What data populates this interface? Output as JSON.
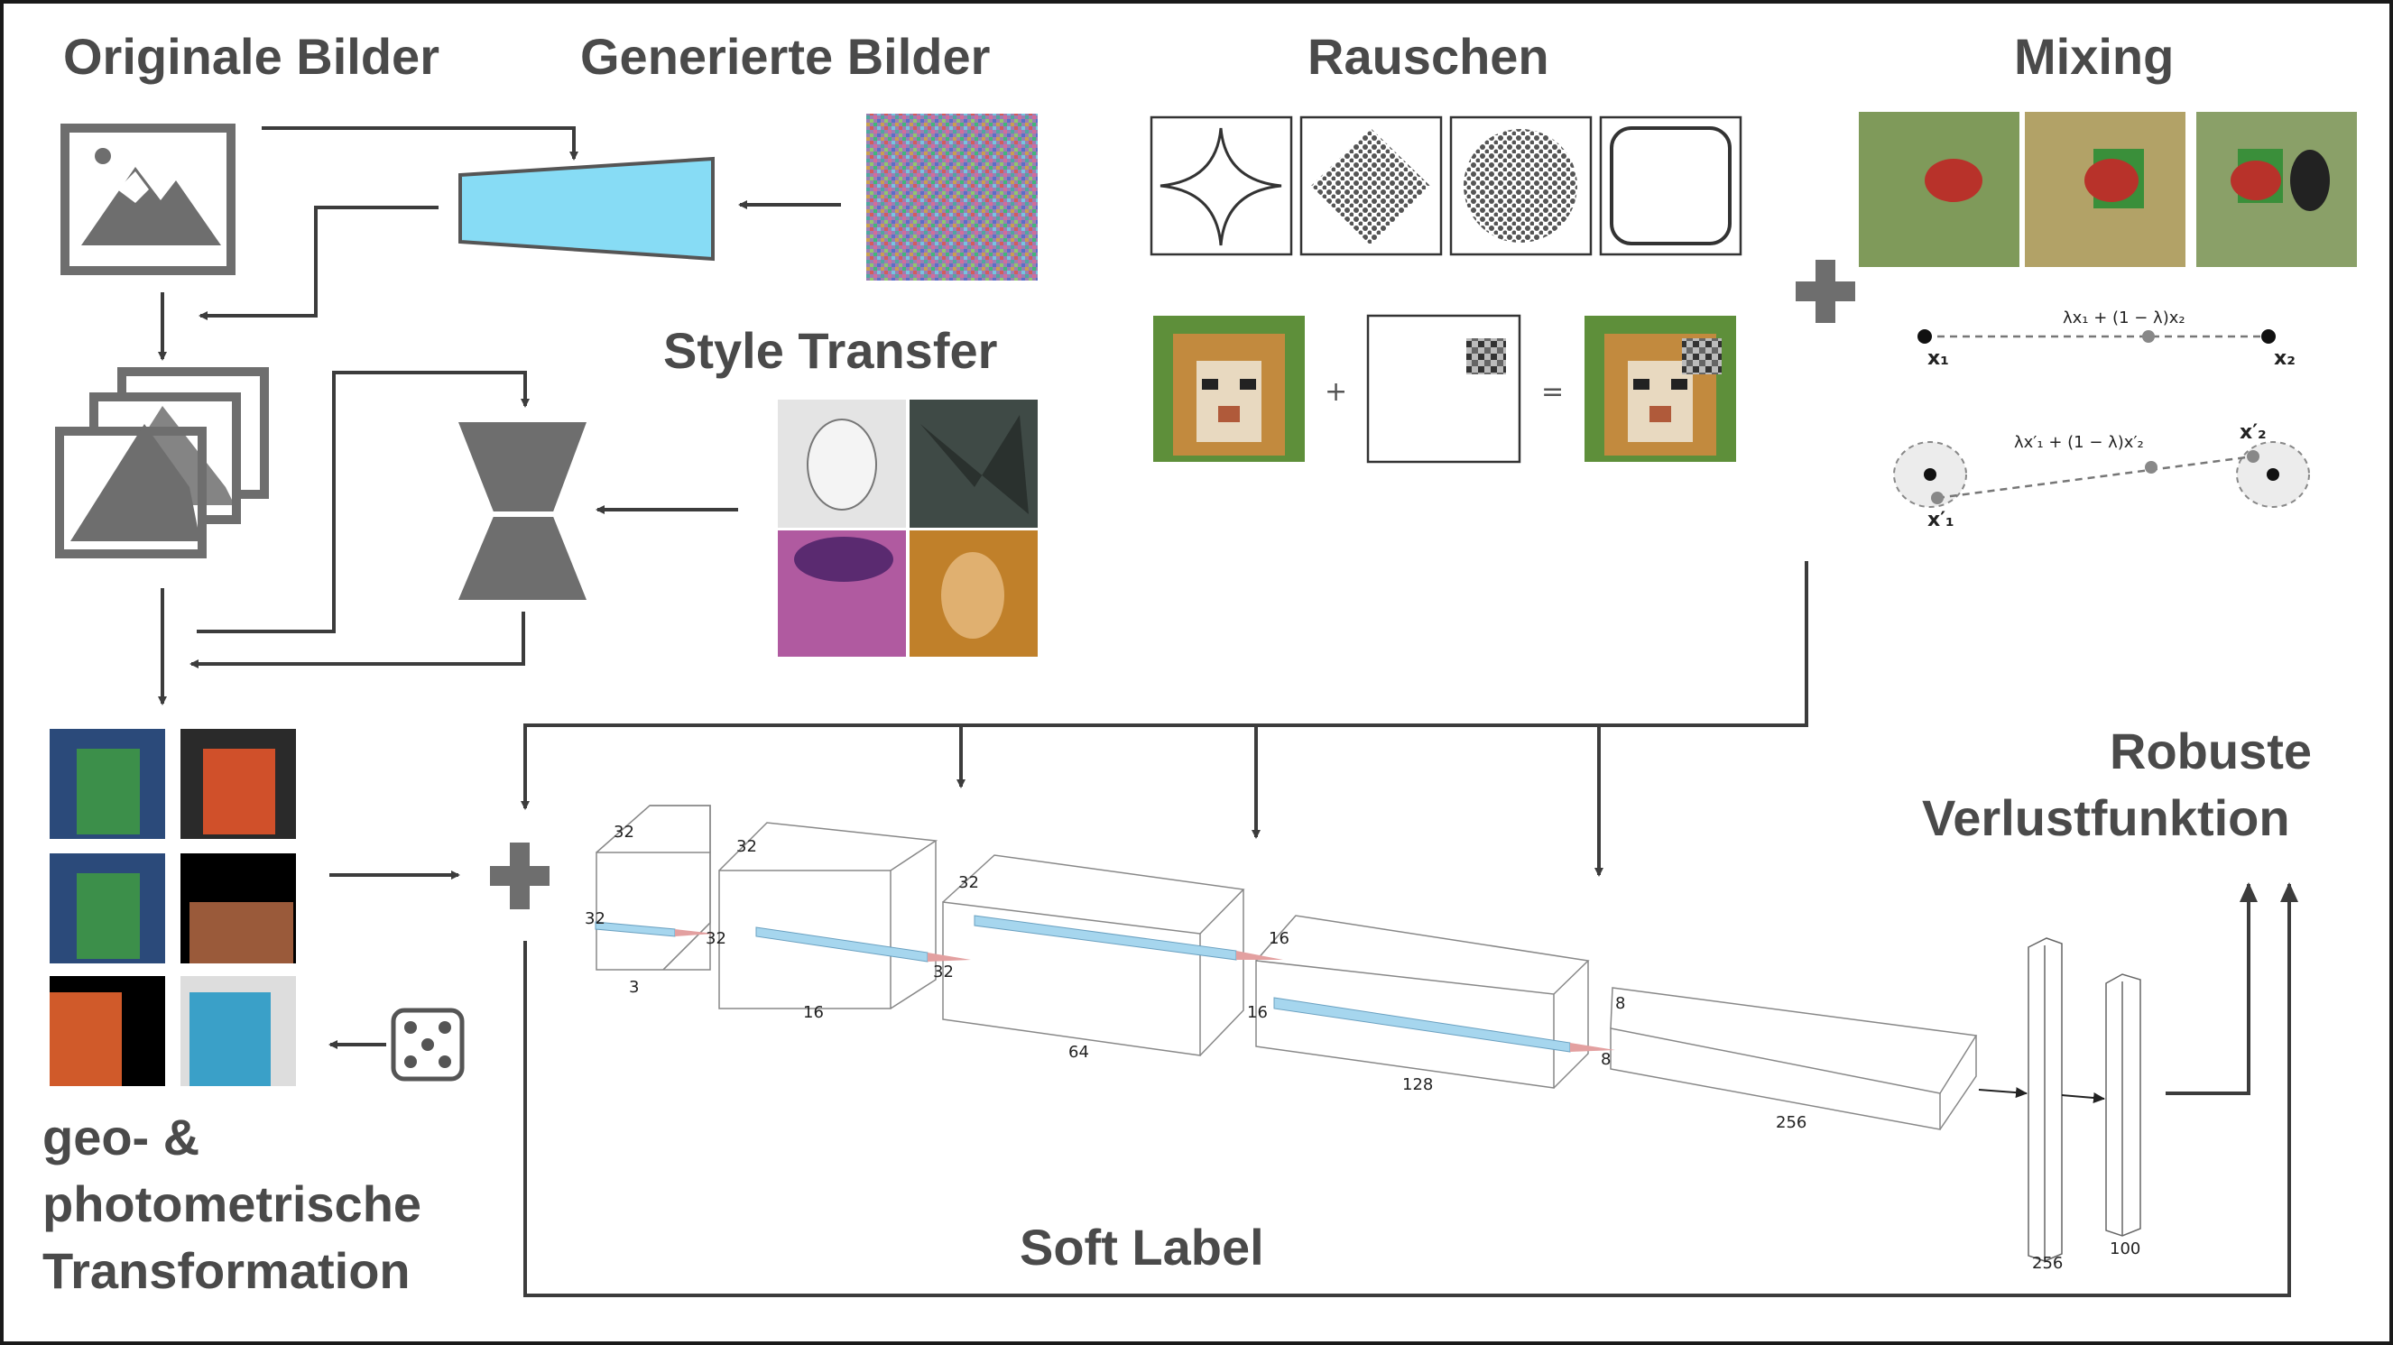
{
  "headings": {
    "original": "Originale Bilder",
    "generated": "Generierte Bilder",
    "noise": "Rauschen",
    "mixing": "Mixing",
    "style_transfer": "Style Transfer",
    "robust_line1": "Robuste",
    "robust_line2": "Verlustfunktion",
    "geo_line1": "geo- &",
    "geo_line2": "photometrische",
    "geo_line3": "Transformation",
    "soft_label": "Soft Label"
  },
  "noise_equation": {
    "plus": "+",
    "equals": "="
  },
  "mixing_formulas": {
    "line1": "λx₁ + (1 − λ)x₂",
    "x1": "x₁",
    "x2": "x₂",
    "line2": "λx′₁ + (1 − λ)x′₂",
    "x1p": "x′₁",
    "x2p": "x′₂"
  },
  "network": {
    "blocks": [
      {
        "top": "32",
        "side": "32",
        "right": "32",
        "bottom": "3"
      },
      {
        "top": "32",
        "right": "32",
        "bottom": "16"
      },
      {
        "top": "32",
        "right": "16",
        "bottom": "64"
      },
      {
        "top": "16",
        "right": "8",
        "bottom": "128"
      },
      {
        "top": "8",
        "bottom": "256"
      }
    ],
    "fc": [
      "256",
      "100"
    ]
  },
  "colors": {
    "text": "#4a4a4a",
    "arrow": "#3c3c3c",
    "trapezoid_fill": "#87dcf5",
    "icon_gray": "#6e6e6e"
  }
}
